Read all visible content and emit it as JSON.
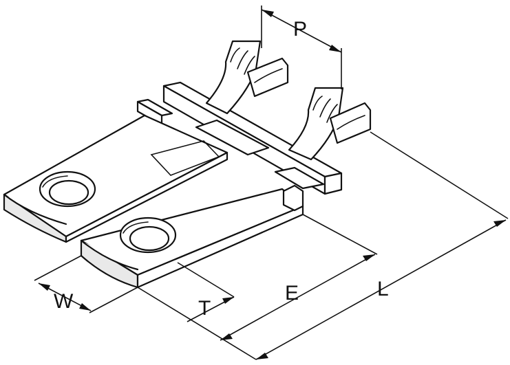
{
  "dimensions": {
    "pitch": "P",
    "width": "W",
    "thickness": "T",
    "length_e": "E",
    "length_l": "L"
  }
}
